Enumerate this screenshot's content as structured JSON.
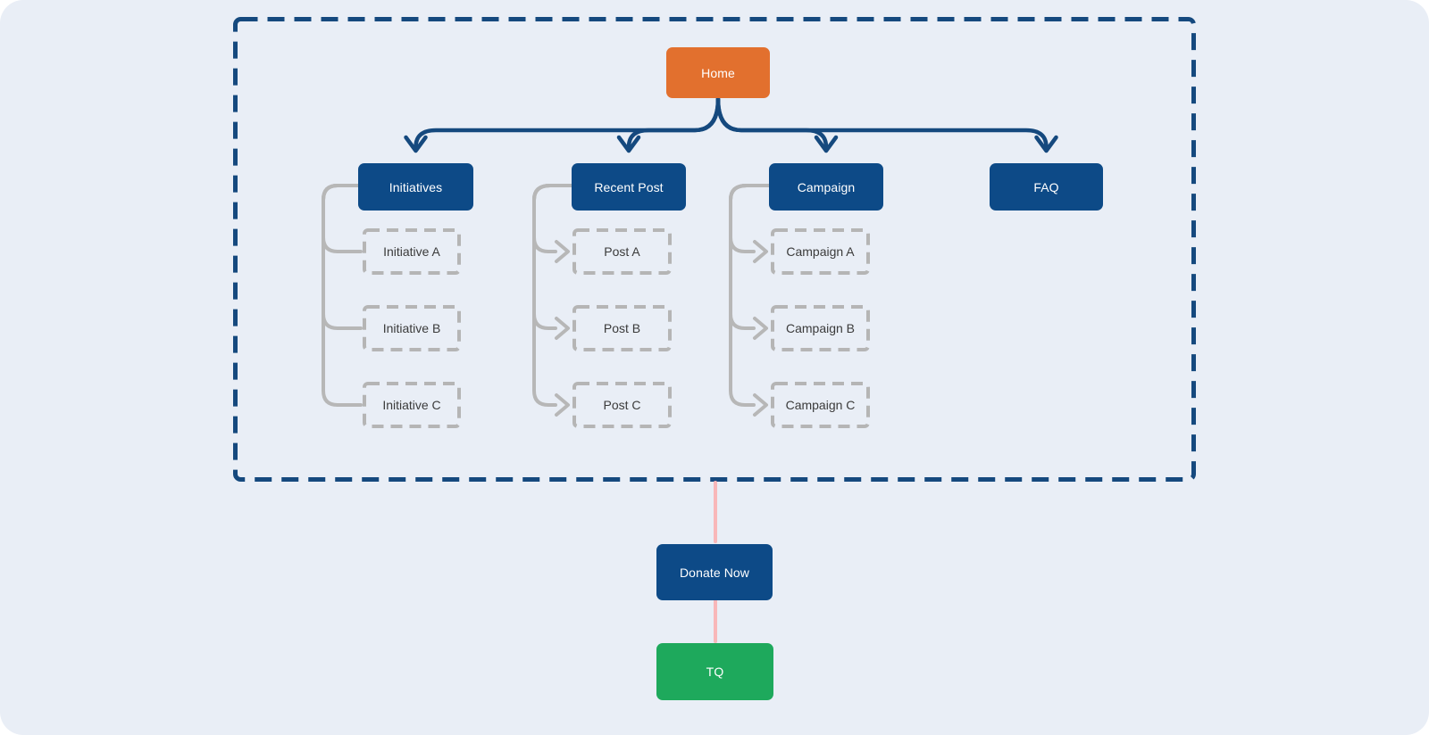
{
  "diagram": {
    "home": {
      "label": "Home"
    },
    "columns": [
      {
        "parent": {
          "label": "Initiatives"
        },
        "children": [
          {
            "label": "Initiative A"
          },
          {
            "label": "Initiative B"
          },
          {
            "label": "Initiative C"
          }
        ]
      },
      {
        "parent": {
          "label": "Recent Post"
        },
        "children": [
          {
            "label": "Post A"
          },
          {
            "label": "Post B"
          },
          {
            "label": "Post C"
          }
        ]
      },
      {
        "parent": {
          "label": "Campaign"
        },
        "children": [
          {
            "label": "Campaign A"
          },
          {
            "label": "Campaign B"
          },
          {
            "label": "Campaign C"
          }
        ]
      },
      {
        "parent": {
          "label": "FAQ"
        },
        "children": []
      }
    ],
    "footer_nodes": [
      {
        "label": "Donate Now"
      },
      {
        "label": "TQ"
      }
    ]
  },
  "colors": {
    "background": "#e9eef6",
    "page_corner": "#ffffff",
    "primary_navy": "#0d4a87",
    "wire_navy": "#15497e",
    "home_orange": "#e2702e",
    "success_green": "#1ea95c",
    "link_pink": "#f8b7b9",
    "connector_gray": "#b7b7b7",
    "ghost_border_gray": "#b5b5b5",
    "ghost_text": "#3b3b3b"
  }
}
